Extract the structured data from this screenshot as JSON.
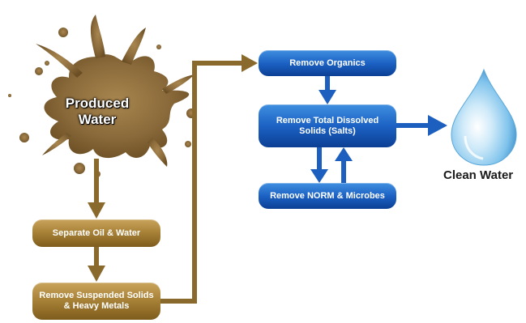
{
  "source": {
    "label_line1": "Produced",
    "label_line2": "Water"
  },
  "steps": {
    "separate": "Separate Oil & Water",
    "suspended_line1": "Remove Suspended Solids",
    "suspended_line2": "& Heavy Metals",
    "organics": "Remove Organics",
    "tds_line1": "Remove Total Dissolved",
    "tds_line2": "Solids (Salts)",
    "norm": "Remove NORM & Microbes"
  },
  "output": {
    "label": "Clean Water"
  },
  "colors": {
    "gold": "#a98338",
    "gold_dark": "#7e5c1c",
    "splat": "#8a6a3a",
    "blue": "#1c62c4",
    "blue_dark": "#0c3f94",
    "drop": "#7fc3ec"
  }
}
